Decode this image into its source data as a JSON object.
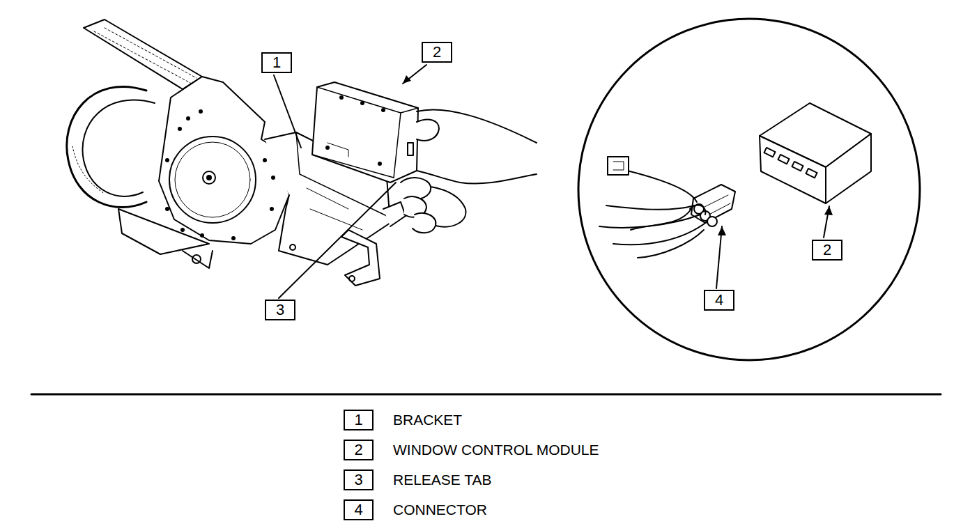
{
  "diagram": {
    "nodes": [
      {
        "text": [
          "1"
        ]
      },
      {
        "text": [
          "2"
        ]
      },
      {
        "text": [
          "2"
        ]
      },
      {
        "text": [
          "3"
        ]
      },
      {
        "text": [
          "4"
        ]
      },
      {
        "text": [
          "1",
          "BRACKET"
        ]
      },
      {
        "text": [
          "2",
          "WINDOW CONTROL MODULE"
        ]
      },
      {
        "text": [
          "3",
          "RELEASE TAB"
        ]
      },
      {
        "text": [
          "4",
          "CONNECTOR"
        ]
      }
    ]
  }
}
